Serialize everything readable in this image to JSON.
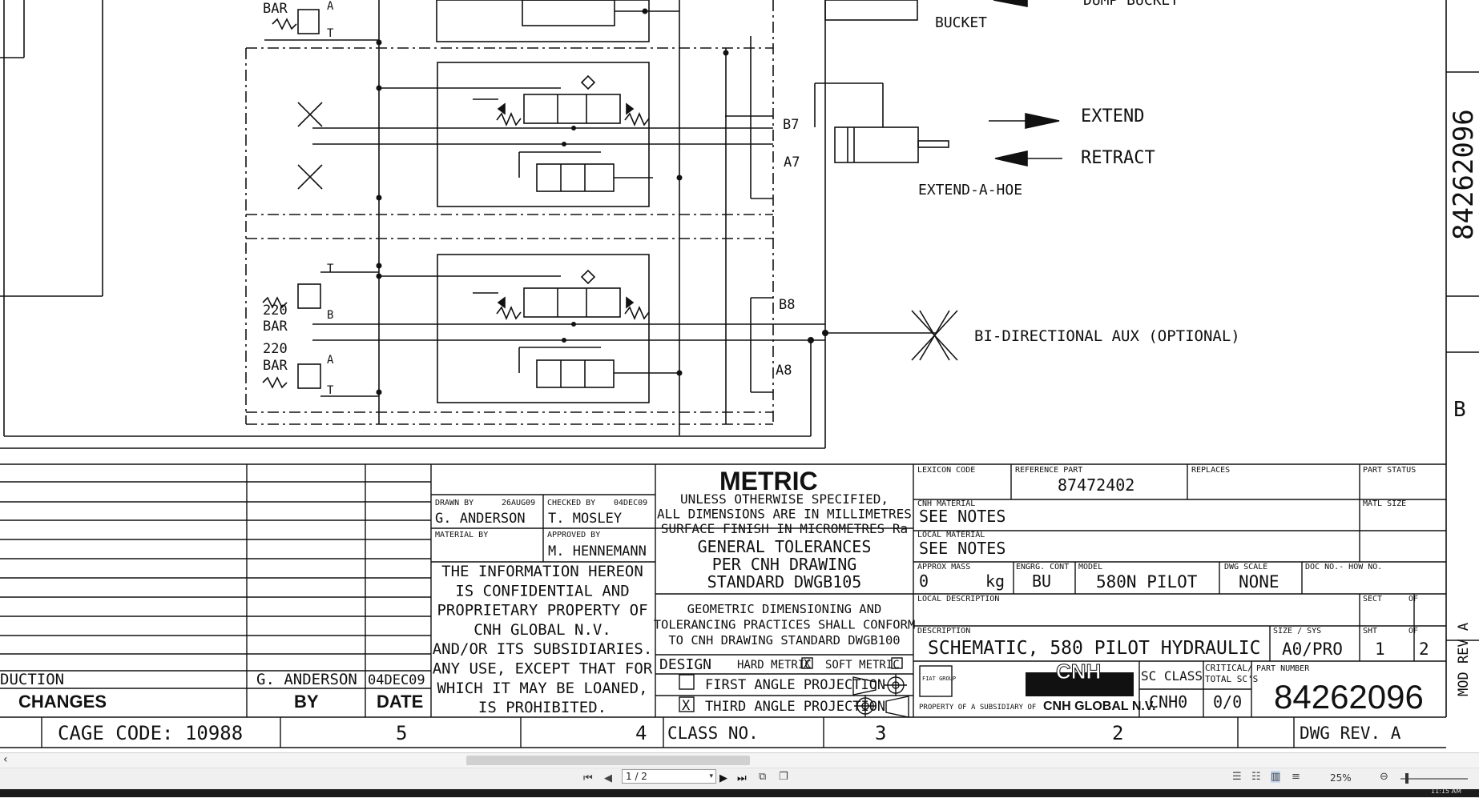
{
  "schematic": {
    "labels": {
      "bar_top": "BAR",
      "port_a": "A",
      "port_t": "T",
      "port_b": "B",
      "bucket": "BUCKET",
      "dump_bucket": "DUMP BUCKET",
      "b7": "B7",
      "a7": "A7",
      "b8": "B8",
      "a8": "A8",
      "extend": "EXTEND",
      "retract": "RETRACT",
      "extend_a_hoe": "EXTEND-A-HOE",
      "bi_directional": "BI-DIRECTIONAL AUX (OPTIONAL)",
      "relief_1_value": "220",
      "relief_1_unit": "BAR",
      "relief_2_value": "220",
      "relief_2_unit": "BAR"
    },
    "side_part_number": "84262096",
    "zone_b": "B",
    "mod_rev": "MOD REV A"
  },
  "revision_table": {
    "row_text": "DUCTION",
    "row_by": "G. ANDERSON",
    "row_date": "04DEC09",
    "col_changes": "CHANGES",
    "col_by": "BY",
    "col_date": "DATE"
  },
  "signatures": {
    "drawn_by_label": "DRAWN BY",
    "drawn_date": "26AUG09",
    "drawn_by": "G. ANDERSON",
    "checked_by_label": "CHECKED BY",
    "checked_date": "04DEC09",
    "checked_by": "T. MOSLEY",
    "material_by_label": "MATERIAL BY",
    "approved_by_label": "APPROVED BY",
    "approved_by": "M. HENNEMANN",
    "confidential": [
      "THE INFORMATION HEREON",
      "IS CONFIDENTIAL AND",
      "PROPRIETARY PROPERTY OF",
      "CNH GLOBAL N.V.",
      "AND/OR ITS SUBSIDIARIES.",
      "ANY USE, EXCEPT THAT FOR",
      "WHICH IT MAY BE LOANED,",
      "IS PROHIBITED."
    ]
  },
  "metric_block": {
    "title": "METRIC",
    "unless": [
      "UNLESS OTHERWISE SPECIFIED,",
      "ALL DIMENSIONS ARE IN MILLIMETRES",
      "SURFACE FINISH IN MICROMETRES Ra"
    ],
    "tolerances": [
      "GENERAL TOLERANCES",
      "PER CNH DRAWING",
      "STANDARD DWGB105"
    ],
    "geometric": [
      "GEOMETRIC DIMENSIONING AND",
      "TOLERANCING PRACTICES SHALL CONFORM",
      "TO CNH DRAWING STANDARD DWGB100"
    ],
    "design": "DESIGN",
    "hard_metric": "HARD METRIC",
    "hard_metric_mark": "X",
    "soft_metric": "SOFT METRIC",
    "first_angle": "FIRST ANGLE PROJECTION",
    "third_angle": "THIRD ANGLE PROJECTION",
    "third_angle_mark": "X"
  },
  "info_block": {
    "lexicon_code_label": "LEXICON CODE",
    "reference_part_label": "REFERENCE PART",
    "reference_part": "87472402",
    "replaces_label": "REPLACES",
    "part_status_label": "PART STATUS",
    "cnh_material_label": "CNH MATERIAL",
    "cnh_material": "SEE NOTES",
    "matl_size_label": "MATL SIZE",
    "local_material_label": "LOCAL MATERIAL",
    "local_material": "SEE NOTES",
    "approx_mass_label": "APPROX MASS",
    "approx_mass": "0",
    "mass_unit": "kg",
    "engrg_cont_label": "ENGRG. CONT",
    "engrg_cont": "BU",
    "model_label": "MODEL",
    "model": "580N PILOT",
    "dwg_scale_label": "DWG SCALE",
    "dwg_scale": "NONE",
    "doc_no_label": "DOC NO.- HOW NO.",
    "local_desc_label": "LOCAL DESCRIPTION",
    "sect_label": "SECT",
    "of_label": "OF",
    "description_label": "DESCRIPTION",
    "description": "SCHEMATIC, 580 PILOT HYDRAULIC",
    "size_sys_label": "SIZE / SYS",
    "size_sys": "A0/PRO",
    "sht_label": "SHT",
    "sht": "1",
    "sht_of": "2",
    "fiat_group": "FIAT GROUP",
    "cnh_logo": "CNH",
    "property_line": "PROPERTY OF A SUBSIDIARY OF",
    "cnh_global": "CNH GLOBAL N.V.",
    "sc_class_label": "SC CLASS",
    "sc_class": "CNH0",
    "critical_label_1": "CRITICAL/",
    "critical_label_2": "TOTAL SC'S",
    "critical": "0/0",
    "part_number_label": "PART NUMBER",
    "part_number": "84262096"
  },
  "bottom_row": {
    "cage_code": "CAGE CODE: 10988",
    "zone_5": "5",
    "zone_4": "4",
    "class_no": "CLASS NO.",
    "zone_3": "3",
    "zone_2": "2",
    "dwg_rev": "DWG REV. A"
  },
  "viewer": {
    "page_indicator": "1 / 2",
    "zoom": "25%",
    "time": "11:15 AM"
  }
}
